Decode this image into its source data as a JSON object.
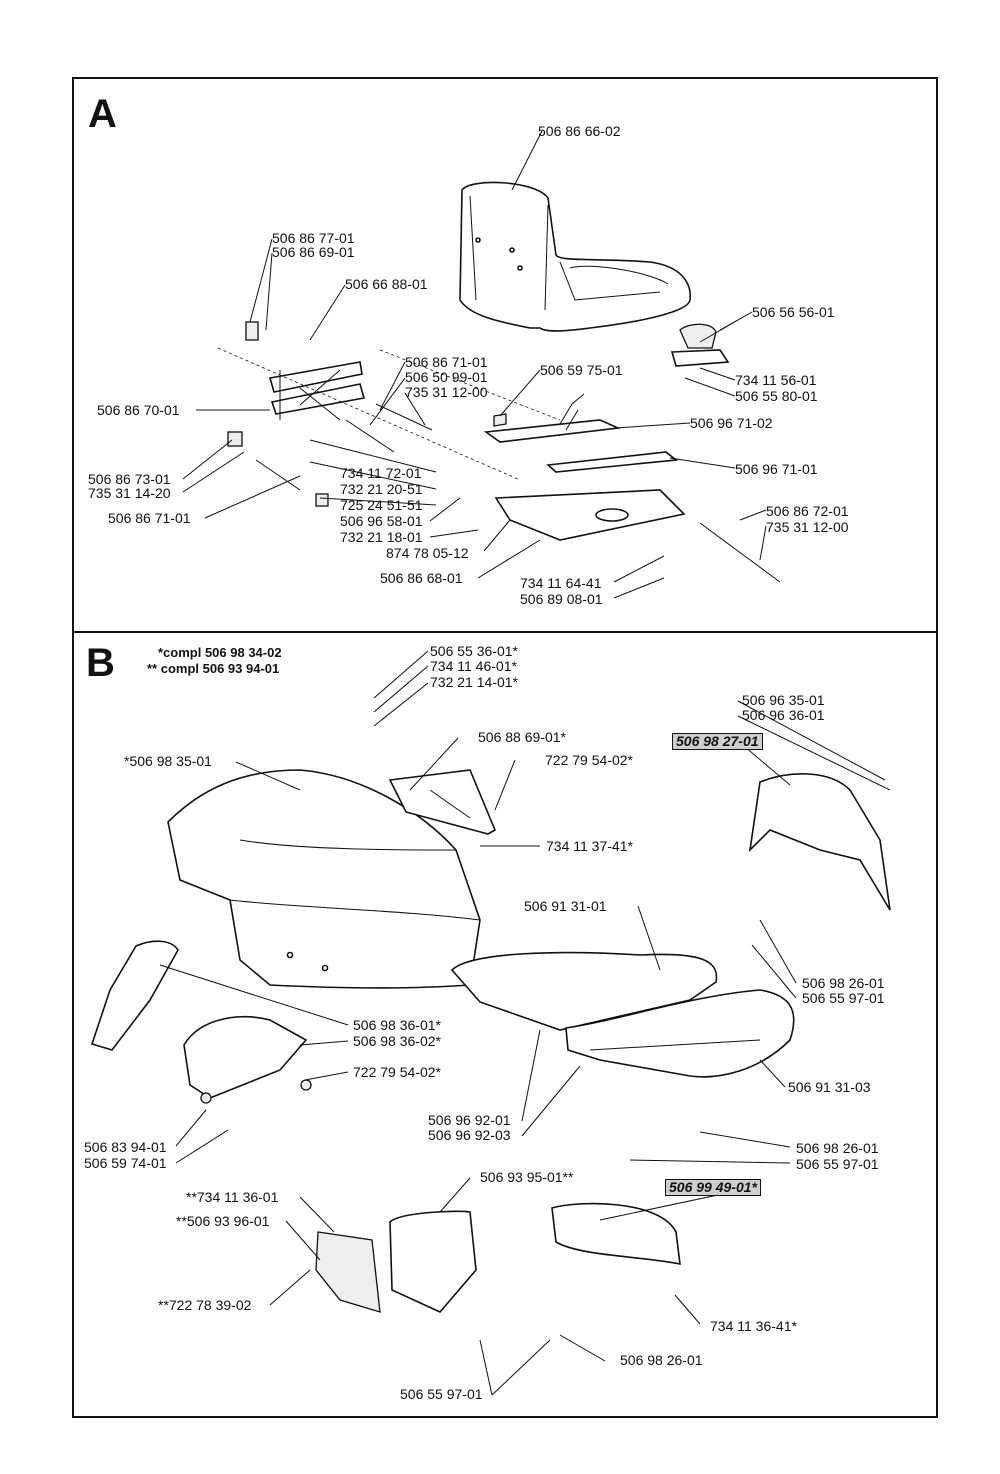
{
  "sections": {
    "a": {
      "letter": "A"
    },
    "b": {
      "letter": "B"
    }
  },
  "notes": {
    "compl_single": "*compl 506 98 34-02",
    "compl_double": "** compl 506 93 94-01"
  },
  "parts_a": [
    "506 86 66-02",
    "506 86 77-01",
    "506 86 69-01",
    "506 66 88-01",
    "506 56 56-01",
    "506 86 71-01",
    "506 50 99-01",
    "735 31 12-00",
    "506 59 75-01",
    "734 11 56-01",
    "506 55 80-01",
    "506 86 70-01",
    "506 96 71-02",
    "506 96 71-01",
    "506 86 73-01",
    "735 31 14-20",
    "734 11 72-01",
    "732 21 20-51",
    "725 24 51-51",
    "506 86 71-01",
    "506 96 58-01",
    "732 21 18-01",
    "874 78 05-12",
    "506 86 72-01",
    "735 31 12-00",
    "506 86 68-01",
    "734 11 64-41",
    "506 89 08-01"
  ],
  "parts_b": [
    "506 55 36-01*",
    "734 11 46-01*",
    "732 21 14-01*",
    "506 96 35-01",
    "506 96 36-01",
    "506 88 69-01*",
    "506 98 27-01",
    "*506 98 35-01",
    "722 79 54-02*",
    "734 11 37-41*",
    "506 91 31-01",
    "506 98 26-01",
    "506 55 97-01",
    "506 98 36-01*",
    "506 98 36-02*",
    "722 79 54-02*",
    "506 91 31-03",
    "506 83 94-01",
    "506 59 74-01",
    "506 96 92-01",
    "506 96 92-03",
    "506 98 26-01",
    "506 55 97-01",
    "506 93 95-01**",
    "506 99 49-01*",
    "**734 11 36-01",
    "**506 93 96-01",
    "**722 78 39-02",
    "734 11 36-41*",
    "506 98 26-01",
    "506 55 97-01"
  ]
}
